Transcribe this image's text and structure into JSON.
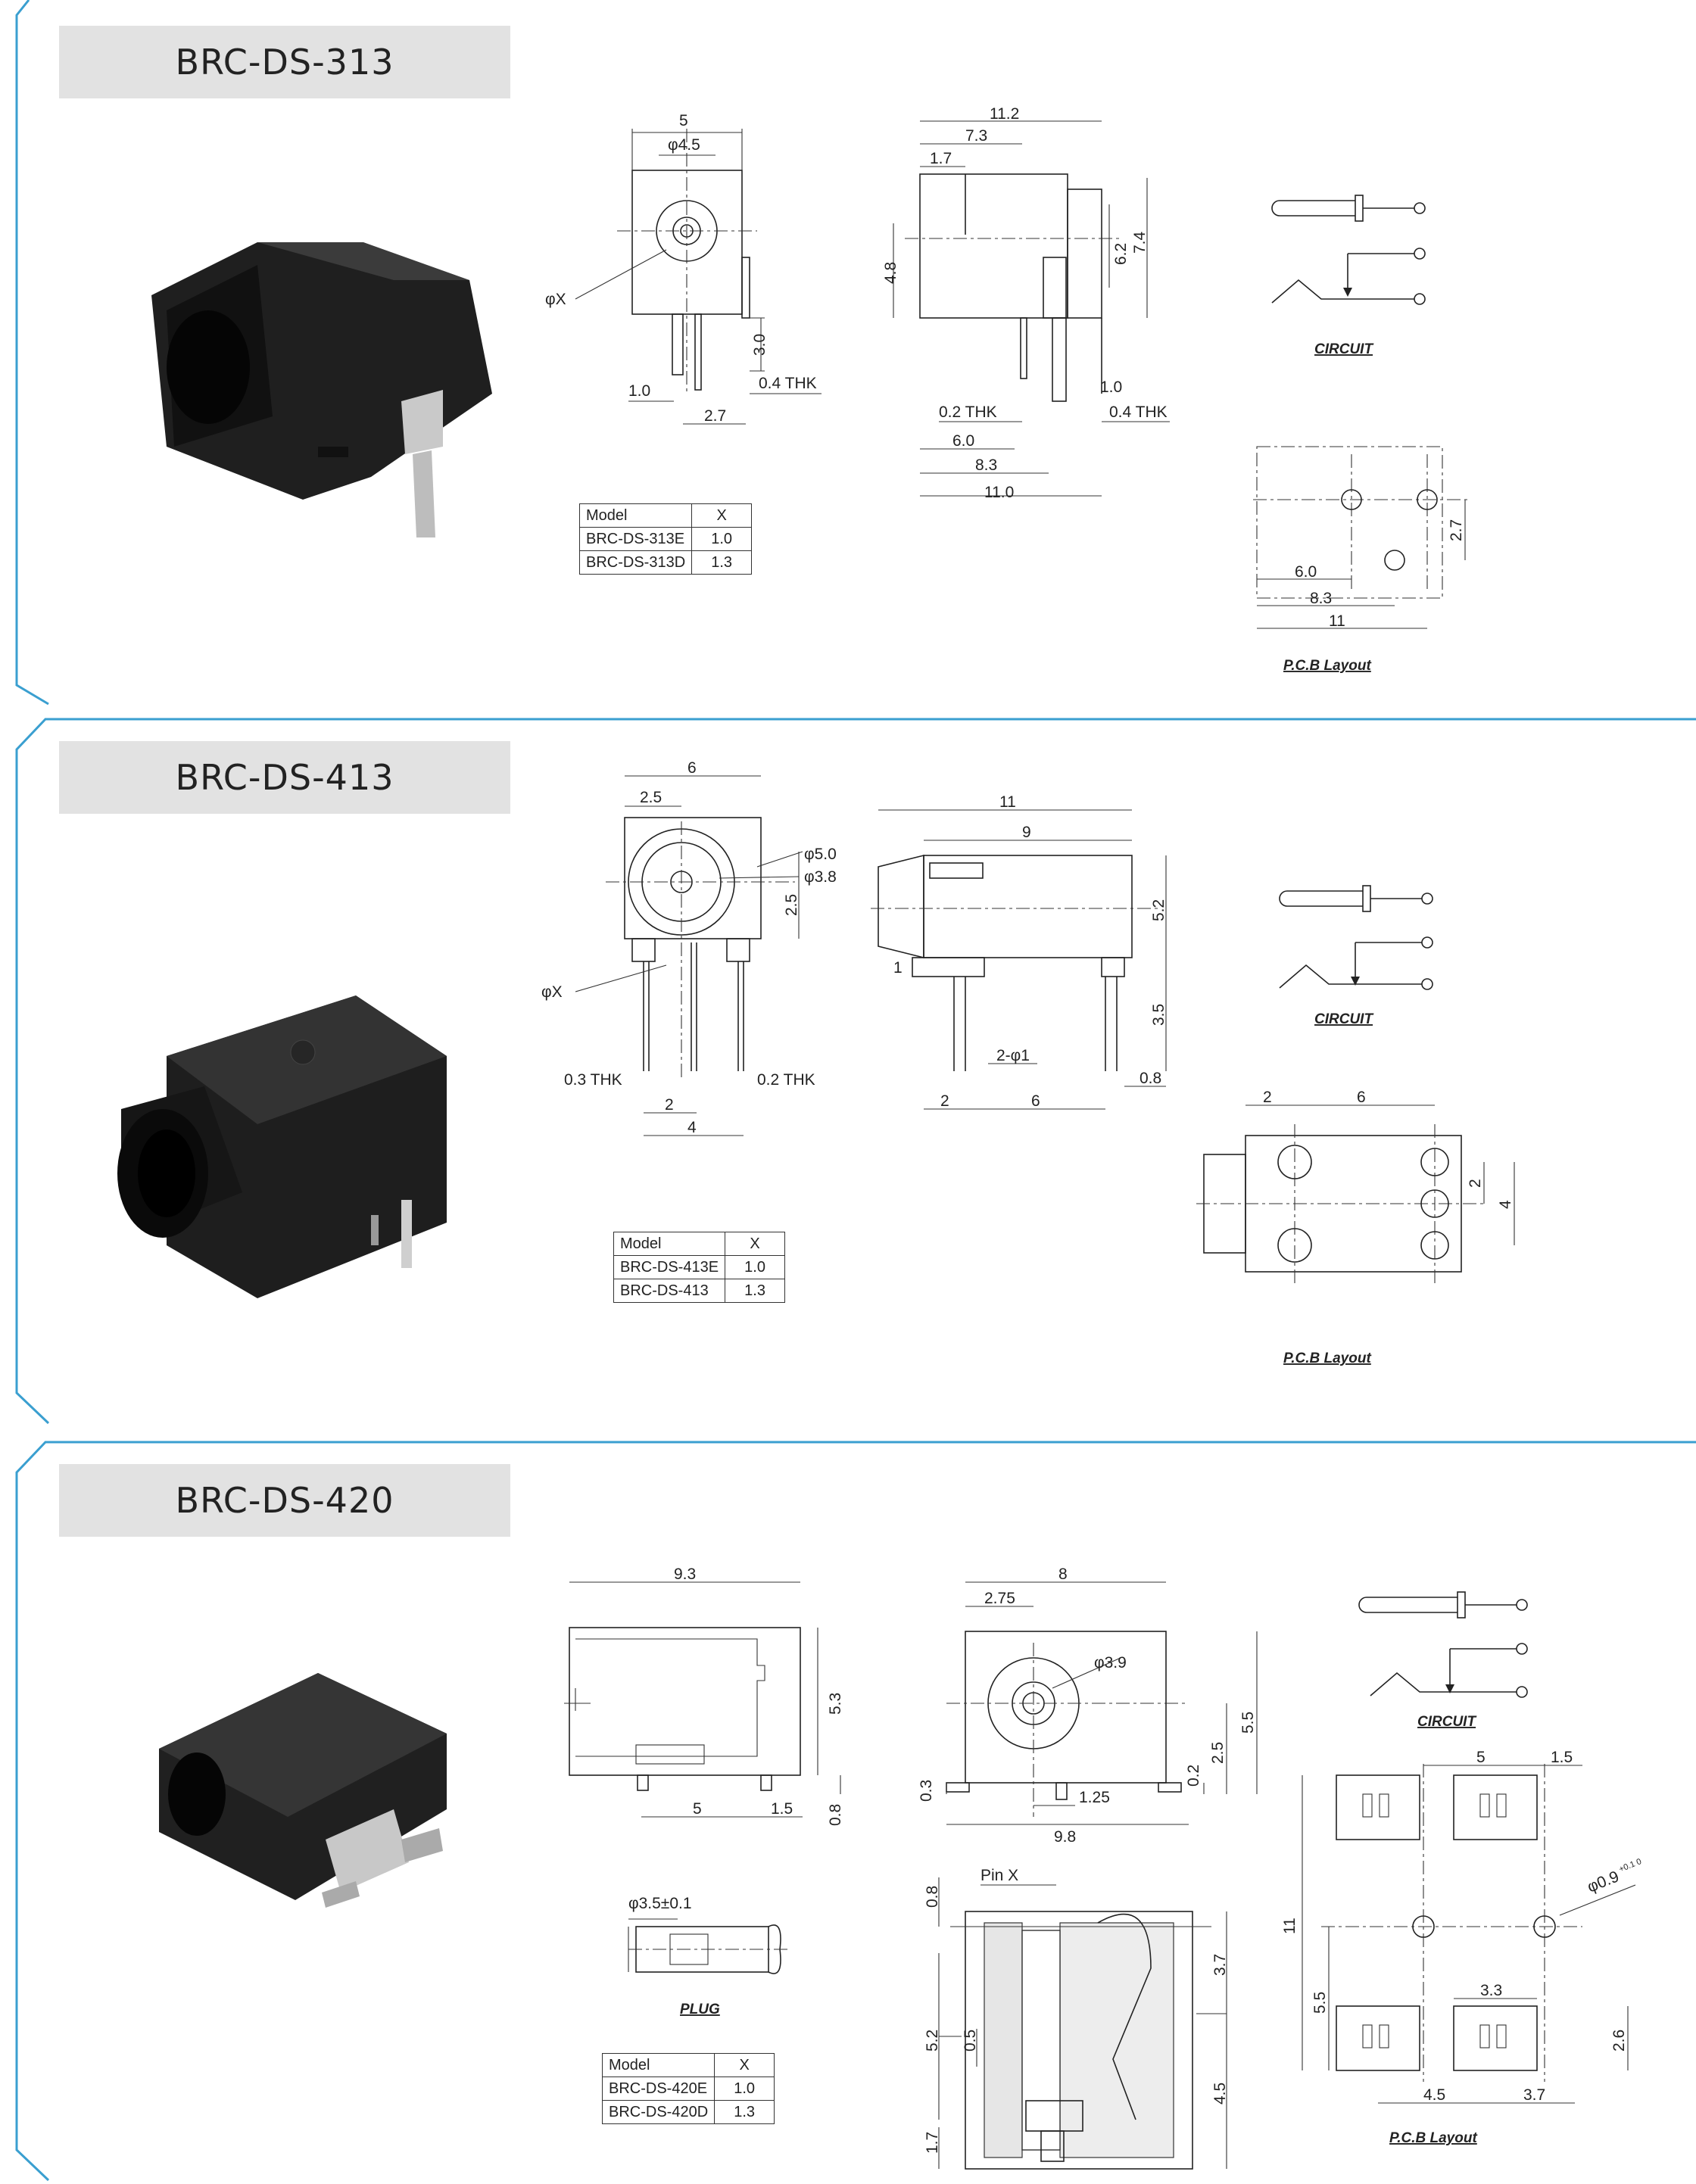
{
  "sections": [
    {
      "model": "BRC-DS-313",
      "front_view": {
        "width": "5",
        "hole": "φ4.5",
        "pin_dia": "φX",
        "pin_len": "3.0",
        "pin_thk": "0.4 THK",
        "left": "1.0",
        "pitch": "2.7"
      },
      "side_view": {
        "overall": "11.2",
        "d1": "7.3",
        "d2": "1.7",
        "h1": "4.8",
        "h2": "6.2",
        "h3": "7.4",
        "thk_a": "0.2 THK",
        "thk_b": "0.4 THK",
        "pin_w": "1.0",
        "b1": "6.0",
        "b2": "8.3",
        "b3": "11.0"
      },
      "circuit_caption": "CIRCUIT",
      "pcb": {
        "caption": "P.C.B Layout",
        "d1": "6.0",
        "d2": "8.3",
        "d3": "11",
        "h": "2.7"
      },
      "table": {
        "header": [
          "Model",
          "X"
        ],
        "rows": [
          [
            "BRC-DS-313E",
            "1.0"
          ],
          [
            "BRC-DS-313D",
            "1.3"
          ]
        ]
      }
    },
    {
      "model": "BRC-DS-413",
      "front_view": {
        "width": "6",
        "offset": "2.5",
        "outer": "φ5.0",
        "inner": "φ3.8",
        "pin_dia": "φX",
        "height": "2.5",
        "thk_a": "0.3 THK",
        "thk_b": "0.2 THK",
        "p1": "2",
        "p2": "4"
      },
      "side_view": {
        "overall": "11",
        "d1": "9",
        "h1": "5.2",
        "h2": "3.5",
        "step": "1",
        "holes": "2-φ1",
        "b1": "2",
        "b2": "6",
        "b3": "0.8"
      },
      "circuit_caption": "CIRCUIT",
      "pcb": {
        "caption": "P.C.B Layout",
        "d1": "2",
        "d2": "6",
        "h1": "2",
        "h2": "4"
      },
      "table": {
        "header": [
          "Model",
          "X"
        ],
        "rows": [
          [
            "BRC-DS-413E",
            "1.0"
          ],
          [
            "BRC-DS-413",
            "1.3"
          ]
        ]
      }
    },
    {
      "model": "BRC-DS-420",
      "side_view": {
        "overall": "9.3",
        "h": "5.3",
        "b1": "5",
        "b2": "1.5",
        "b3": "0.8"
      },
      "front_view": {
        "width": "8",
        "offset": "2.75",
        "hole": "φ3.9",
        "h1": "0.3",
        "h2": "0.2",
        "h3": "2.5",
        "h4": "5.5",
        "b1": "1.25",
        "b2": "9.8"
      },
      "plug": {
        "dia": "φ3.5±0.1",
        "caption": "PLUG"
      },
      "section_view": {
        "pin": "Pin X",
        "top": "0.8",
        "a": "0.5",
        "b": "5.2",
        "c": "1.7",
        "d": "3.7",
        "e": "4.5"
      },
      "circuit_caption": "CIRCUIT",
      "pcb": {
        "caption": "P.C.B Layout",
        "w1": "5",
        "w2": "1.5",
        "hole": "φ0.9",
        "tol": "+0.1 0",
        "h": "11",
        "v1": "5.5",
        "v2": "3.3",
        "v3": "2.6",
        "b1": "4.5",
        "b2": "3.7"
      },
      "table": {
        "header": [
          "Model",
          "X"
        ],
        "rows": [
          [
            "BRC-DS-420E",
            "1.0"
          ],
          [
            "BRC-DS-420D",
            "1.3"
          ]
        ]
      }
    }
  ],
  "colors": {
    "frame": "#3a9fd0",
    "title_bg": "#e2e2e2",
    "part_body": "#1c1c1c"
  }
}
